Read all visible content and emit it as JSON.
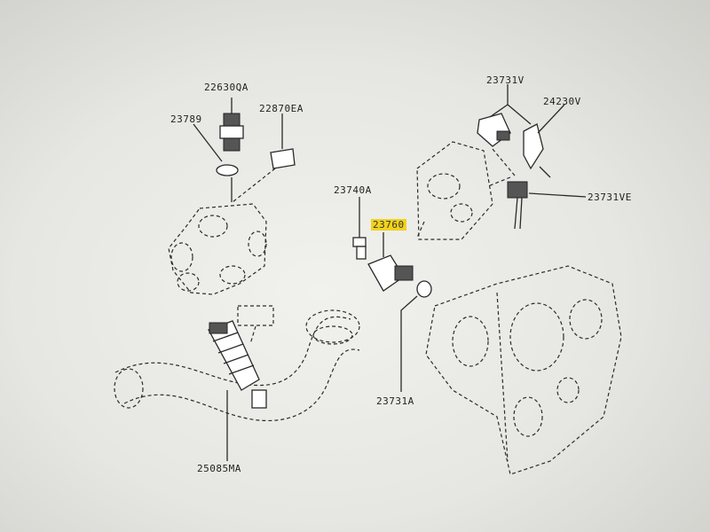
{
  "labels": {
    "p22630QA": "22630QA",
    "p23789": "23789",
    "p22870EA": "22870EA",
    "p23731V": "23731V",
    "p24230V": "24230V",
    "p23731VE": "23731VE",
    "p23740A": "23740A",
    "p23760": "23760",
    "p23731A": "23731A",
    "p25085MA": "25085MA"
  },
  "highlight_color": "#f2d21c"
}
